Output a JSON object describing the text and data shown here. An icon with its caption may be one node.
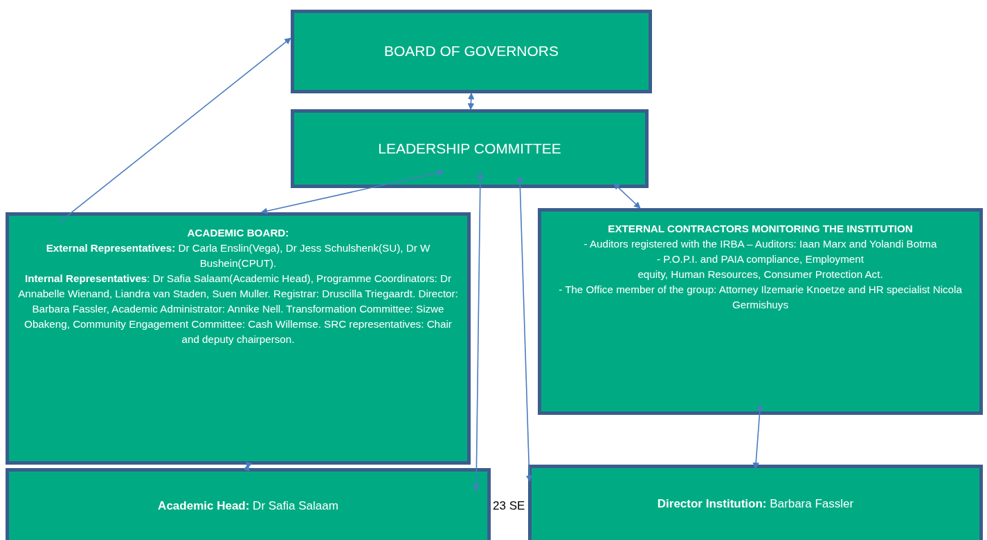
{
  "diagram": {
    "nodes": [
      {
        "text": [
          "BOARD OF GOVERNORS"
        ]
      },
      {
        "text": [
          "LEADERSHIP COMMITTEE"
        ]
      },
      {
        "text": [
          "ACADEMIC BOARD:",
          "**External Representatives:** Dr Carla Enslin(Vega), Dr Jess Schulshenk(SU), Dr W Bushein(CPUT).",
          "**Internal Representatives**: Dr Safia Salaam(Academic Head), Programme Coordinators: Dr Annabelle Wienand, Liandra van Staden, Suen Muller.  Registrar: Druscilla Triegaardt. Director: Barbara Fassler, Academic Administrator: Annike Nell. Transformation Committee: Sizwe Obakeng, Community Engagement Committee: Cash Willemse. SRC representatives: Chair and deputy chairperson."
        ]
      },
      {
        "text": [
          "EXTERNAL CONTRACTORS MONITORING THE INSTITUTION",
          "- Auditors registered with the IRBA – Auditors: Iaan Marx and Yolandi Botma",
          "- P.O.P.I. and PAIA compliance, Employment",
          "equity, Human Resources, Consumer Protection Act.",
          "- The Office member of the group:  Attorney Ilzemarie Knoetze and HR specialist Nicola Germishuys"
        ]
      },
      {
        "text": [
          "**Academic Head:** Dr Safia Salaam"
        ]
      },
      {
        "text": [
          "**Director Institution:**  Barbara Fassler"
        ]
      }
    ],
    "edges": [
      {
        "from": 2,
        "to": 0,
        "arrow": "to"
      },
      {
        "from": 0,
        "to": 1,
        "arrow": "both"
      },
      {
        "from": 2,
        "to": 1,
        "arrow": "both"
      },
      {
        "from": 1,
        "to": 3,
        "arrow": "both"
      },
      {
        "from": 2,
        "to": 4,
        "arrow": "both"
      },
      {
        "from": 1,
        "to": 4,
        "arrow": "both"
      },
      {
        "from": 5,
        "to": 1,
        "arrow": "both"
      },
      {
        "from": 3,
        "to": 5,
        "arrow": "both"
      }
    ],
    "labels": [
      "23 SE"
    ]
  }
}
